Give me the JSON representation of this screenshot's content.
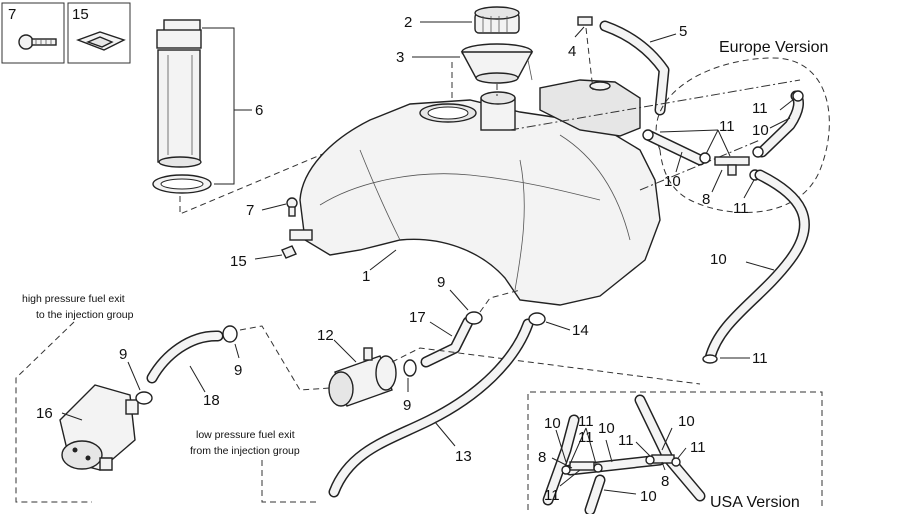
{
  "labels": {
    "inset_7": "7",
    "inset_15": "15",
    "p1": "1",
    "p2": "2",
    "p3": "3",
    "p4": "4",
    "p5": "5",
    "p6": "6",
    "p7": "7",
    "p15": "15",
    "p9_top": "9",
    "p9_left": "9",
    "p9_mid1": "9",
    "p9_mid2": "9",
    "p10_a": "10",
    "p10_b": "10",
    "p10_c": "10",
    "p11_a": "11",
    "p11_b": "11",
    "p11_c": "11",
    "p11_d": "11",
    "p8": "8",
    "p12": "12",
    "p13": "13",
    "p14": "14",
    "p16": "16",
    "p17": "17",
    "p18": "18",
    "usa_10a": "10",
    "usa_11a": "11",
    "usa_11b": "11",
    "usa_10b": "10",
    "usa_11c": "11",
    "usa_10c": "10",
    "usa_11d": "11",
    "usa_8a": "8",
    "usa_8b": "8",
    "usa_11e": "11",
    "usa_10d": "10"
  },
  "notes": {
    "high_line1": "high pressure fuel exit",
    "high_line2": "to the injection group",
    "low_line1": "low pressure fuel exit",
    "low_line2": "from the injection group"
  },
  "versions": {
    "europe": "Europe Version",
    "usa": "USA Version"
  }
}
